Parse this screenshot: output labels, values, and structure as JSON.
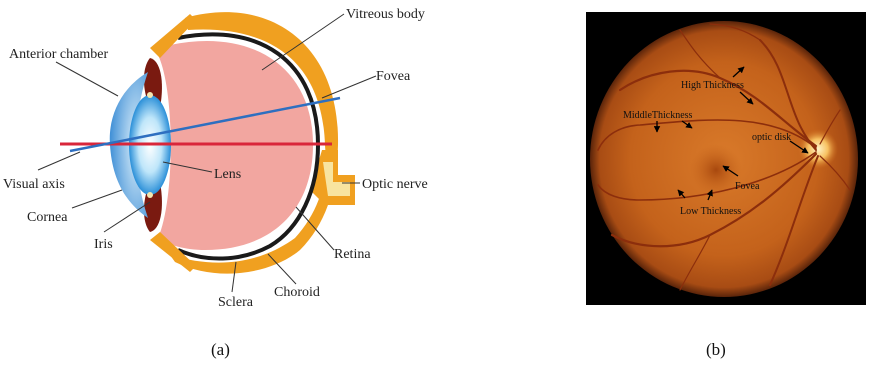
{
  "figure_a": {
    "labels": {
      "vitreous_body": "Vitreous body",
      "anterior_chamber": "Anterior chamber",
      "fovea": "Fovea",
      "visual_axis": "Visual axis",
      "lens": "Lens",
      "optic_nerve": "Optic nerve",
      "cornea": "Cornea",
      "iris": "Iris",
      "retina": "Retina",
      "choroid": "Choroid",
      "sclera": "Sclera"
    },
    "caption": "(a)"
  },
  "figure_b": {
    "labels": {
      "high_thickness": "High Thickness",
      "middle_thickness": "MiddleThickness",
      "optic_disk": "optic disk",
      "fovea": "Fovea",
      "low_thickness": "Low Thickness"
    },
    "caption": "(b)"
  },
  "colors": {
    "sclera": "#f0a020",
    "vitreous": "#f2a6a0",
    "choroid": "#1a1a1a",
    "iris": "#7a1a10",
    "cornea": "#4da0e0",
    "axis_red": "#d9263a",
    "axis_blue": "#2e6fc0",
    "retina_bg": "#c8661c"
  }
}
